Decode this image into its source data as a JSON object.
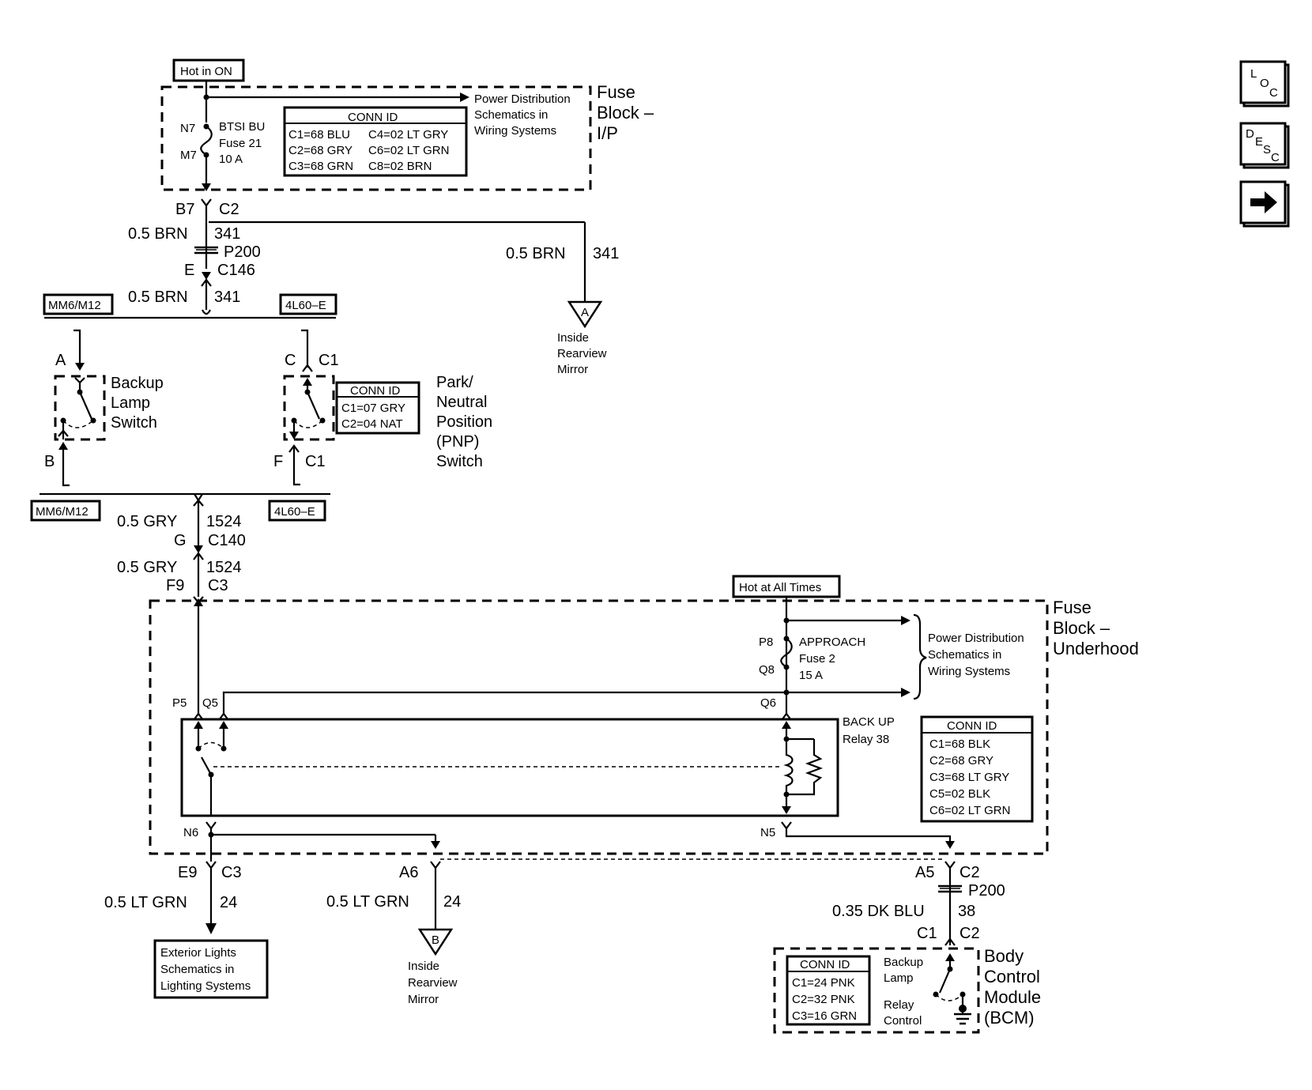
{
  "nav": {
    "loc_letters": [
      "L",
      "O",
      "C"
    ],
    "desc_letters": [
      "D",
      "E",
      "S",
      "C"
    ],
    "next_icon": "arrow-right-icon"
  },
  "labels": {
    "hot_in_on": "Hot in ON",
    "hot_at_all_times": "Hot at All Times",
    "mm6_m12": "MM6/M12",
    "l4l60e": "4L60–E"
  },
  "fuse_block_ip": {
    "title_lines": [
      "Fuse",
      "Block –",
      "I/P"
    ],
    "power_dist_lines": [
      "Power Distribution",
      "Schematics in",
      "Wiring Systems"
    ],
    "fuse_lines": [
      "BTSI BU",
      "Fuse 21",
      "10 A"
    ],
    "terminal_top": "N7",
    "terminal_bottom": "M7",
    "conn_id": {
      "header": "CONN ID",
      "rows": [
        [
          "C1=68 BLU",
          "C4=02 LT GRY"
        ],
        [
          "C2=68 GRY",
          "C6=02 LT GRN"
        ],
        [
          "C3=68 GRN",
          "C8=02 BRN"
        ]
      ]
    }
  },
  "wires_upper": {
    "b7": "B7",
    "c2": "C2",
    "brn1_gauge": "0.5 BRN",
    "brn1_circuit": "341",
    "p200": "P200",
    "e": "E",
    "c146": "C146",
    "brn2_gauge": "0.5 BRN",
    "brn2_circuit": "341",
    "branch_gauge": "0.5 BRN",
    "branch_circuit": "341",
    "ref_a": "A",
    "mirror_a_lines": [
      "Inside",
      "Rearview",
      "Mirror"
    ]
  },
  "backup_lamp_switch": {
    "title_lines": [
      "Backup",
      "Lamp",
      "Switch"
    ],
    "top_pin": "A",
    "bottom_pin": "B"
  },
  "pnp_switch": {
    "title_lines": [
      "Park/",
      "Neutral",
      "Position",
      "(PNP)",
      "Switch"
    ],
    "top_pin": "C",
    "top_conn": "C1",
    "bottom_pin": "F",
    "bottom_conn": "C1",
    "conn_id": {
      "header": "CONN ID",
      "rows": [
        "C1=07 GRY",
        "C2=04 NAT"
      ]
    }
  },
  "wires_middle": {
    "gry1_gauge": "0.5 GRY",
    "gry1_circuit": "1524",
    "g": "G",
    "c140": "C140",
    "gry2_gauge": "0.5 GRY",
    "gry2_circuit": "1524",
    "f9": "F9",
    "c3": "C3"
  },
  "fuse_block_underhood": {
    "title_lines": [
      "Fuse",
      "Block –",
      "Underhood"
    ],
    "power_dist_lines": [
      "Power Distribution",
      "Schematics in",
      "Wiring Systems"
    ],
    "fuse_lines": [
      "APPROACH",
      "Fuse 2",
      "15 A"
    ],
    "p8": "P8",
    "q8": "Q8",
    "p5": "P5",
    "q5": "Q5",
    "q6": "Q6",
    "n6": "N6",
    "n5": "N5",
    "relay_lines": [
      "BACK UP",
      "Relay 38"
    ],
    "conn_id": {
      "header": "CONN ID",
      "rows": [
        "C1=68 BLK",
        "C2=68 GRY",
        "C3=68 LT GRY",
        "C5=02 BLK",
        "C6=02 LT GRN"
      ]
    }
  },
  "wires_lower": {
    "e9": "E9",
    "c3": "C3",
    "ltgrn1_gauge": "0.5 LT GRN",
    "ltgrn1_circuit": "24",
    "exterior_lines": [
      "Exterior Lights",
      "Schematics in",
      "Lighting Systems"
    ],
    "a6": "A6",
    "ltgrn2_gauge": "0.5 LT GRN",
    "ltgrn2_circuit": "24",
    "ref_b": "B",
    "mirror_b_lines": [
      "Inside",
      "Rearview",
      "Mirror"
    ],
    "a5": "A5",
    "c2": "C2",
    "p200": "P200",
    "dkblu_gauge": "0.35 DK BLU",
    "dkblu_circuit": "38",
    "c1": "C1",
    "c2b": "C2"
  },
  "bcm": {
    "title_lines": [
      "Body",
      "Control",
      "Module",
      "(BCM)"
    ],
    "control_lines": [
      "Backup",
      "Lamp",
      "Relay",
      "Control"
    ],
    "conn_id": {
      "header": "CONN ID",
      "rows": [
        "C1=24 PNK",
        "C2=32 PNK",
        "C3=16 GRN"
      ]
    }
  }
}
